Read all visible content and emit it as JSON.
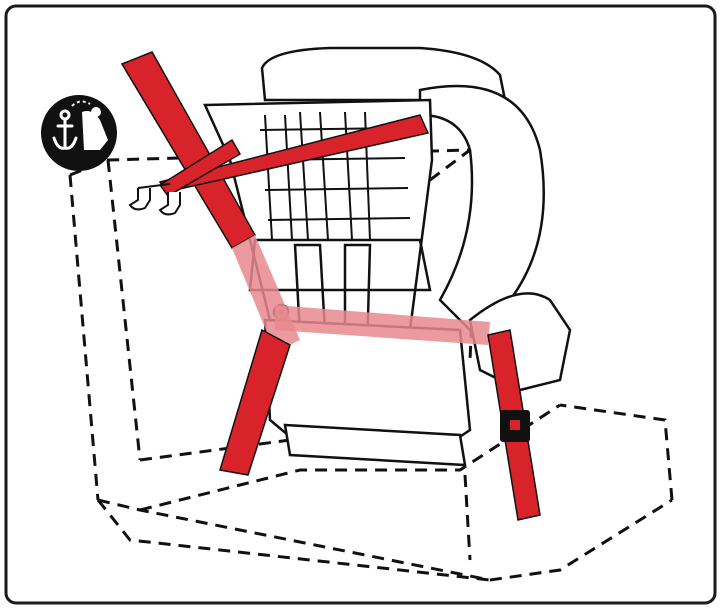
{
  "figure": {
    "colors": {
      "background": "#ffffff",
      "frame": "#1a1a1a",
      "belt": "#d8232a",
      "belt_translucent": "#e88a8f",
      "line": "#111111",
      "badge_bg": "#111111",
      "badge_fg": "#ffffff"
    },
    "icons": {
      "badge": "anchor-seat-icon",
      "seat_anchors": "vehicle-anchor-points-icon",
      "buckle": "seatbelt-buckle-icon"
    },
    "belts": [
      "diagonal-belt-upper",
      "diagonal-belt-lower",
      "lap-belt",
      "shoulder-belt-to-buckle"
    ]
  }
}
